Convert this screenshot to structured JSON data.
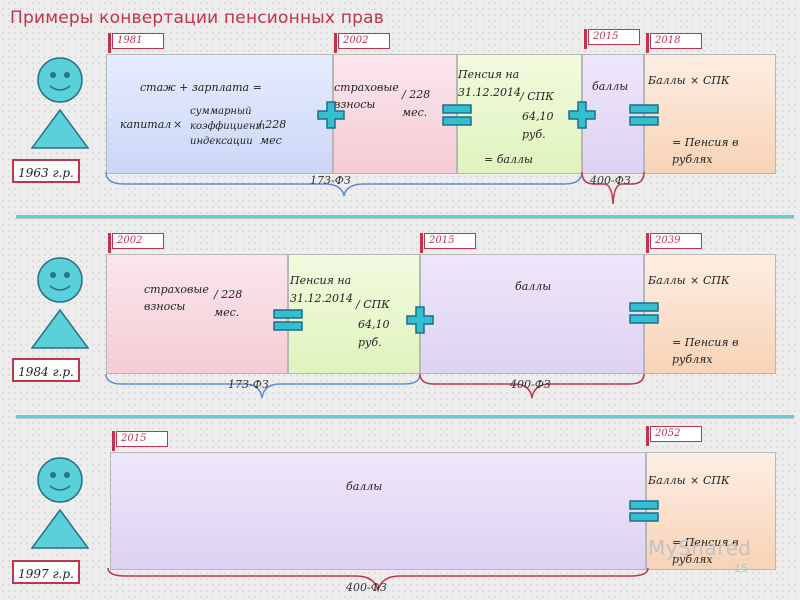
{
  "title": "Примеры конвертации пенсионных прав",
  "rows": [
    {
      "year_label": "1963 г.р.",
      "flags": [
        "1981",
        "2002",
        "2015",
        "2018"
      ],
      "block1": {
        "line1": "стаж + зарплата =",
        "line2_prefix": "капитал",
        "times": "×",
        "coef1": "суммарный",
        "coef2": "коэффициент",
        "coef3": "индексации",
        "div1": "/ 228",
        "div2": "мес"
      },
      "block2": {
        "line1": "страховые",
        "line2": "взносы",
        "div1": "/ 228",
        "div2": "мес."
      },
      "block3": {
        "line1": "Пенсия на",
        "line2": "31.12.2014",
        "div1": "/ СПК",
        "div2": "64,10",
        "div3": "руб.",
        "result": "= баллы"
      },
      "block4": {
        "text": "баллы"
      },
      "block5": {
        "line1": "Баллы",
        "times": "×",
        "line1b": "СПК",
        "line2": "= Пенсия в",
        "line3": "рублях"
      },
      "brace_left": "173-ФЗ",
      "brace_right": "400-ФЗ"
    },
    {
      "year_label": "1984 г.р.",
      "flags": [
        "2002",
        "2015",
        "2039"
      ],
      "block2": {
        "line1": "страховые",
        "line2": "взносы",
        "div1": "/ 228",
        "div2": "мес."
      },
      "block3": {
        "line1": "Пенсия на",
        "line2": "31.12.2014",
        "div1": "/ СПК",
        "div2": "64,10",
        "div3": "руб."
      },
      "block4": {
        "text": "баллы"
      },
      "block5": {
        "line1": "Баллы",
        "times": "×",
        "line1b": "СПК",
        "line2": "= Пенсия в",
        "line3": "рублях"
      },
      "brace_left": "173-ФЗ",
      "brace_right": "400-ФЗ"
    },
    {
      "year_label": "1997 г.р.",
      "flags": [
        "2015",
        "2052"
      ],
      "block4": {
        "text": "баллы"
      },
      "block5": {
        "line1": "Баллы",
        "times": "×",
        "line1b": "СПК",
        "line2": "= Пенсия в",
        "line3": "рублях"
      },
      "brace": "400-ФЗ"
    }
  ],
  "watermark": "MyShared",
  "page_number": "15",
  "colors": {
    "title": "#c0344d",
    "figure_fill": "#5ad1d8",
    "operator_fill": "#33bfd0",
    "separator": "#5ad1d8"
  }
}
